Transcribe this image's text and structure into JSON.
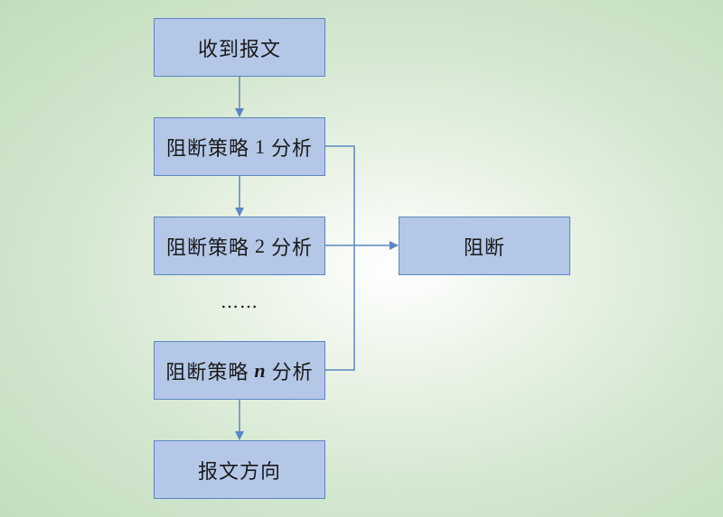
{
  "nodes": {
    "receive": {
      "label": "收到报文"
    },
    "strategy_1": {
      "prefix": "阻断策略",
      "num": "1",
      "suffix": "分析"
    },
    "strategy_2": {
      "prefix": "阻断策略",
      "num": "2",
      "suffix": "分析"
    },
    "ellipsis": "……",
    "strategy_n": {
      "prefix": "阻断策略",
      "num": "n",
      "suffix": "分析"
    },
    "forward": {
      "label": "报文方向"
    },
    "block": {
      "label": "阻断"
    }
  },
  "colors": {
    "box_fill": "#b4c7e7",
    "box_border": "#5b86c2",
    "arrow": "#5b86c2",
    "background_center": "#ffffff",
    "background_edge": "#c1dcbc"
  }
}
